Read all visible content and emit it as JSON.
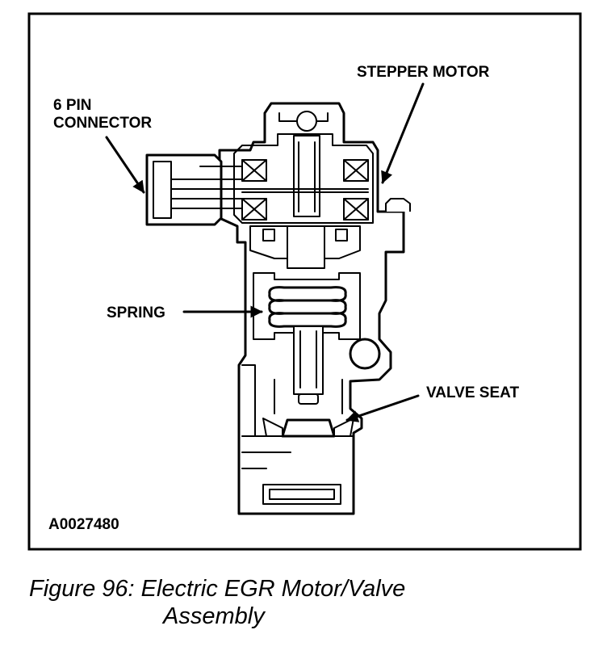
{
  "labels": {
    "connector_line1": "6 PIN",
    "connector_line2": "CONNECTOR",
    "stepper_motor": "STEPPER MOTOR",
    "spring": "SPRING",
    "valve_seat": "VALVE SEAT",
    "part_number": "A0027480"
  },
  "caption": {
    "line1": "Figure 96: Electric EGR Motor/Valve",
    "line2": "Assembly"
  }
}
